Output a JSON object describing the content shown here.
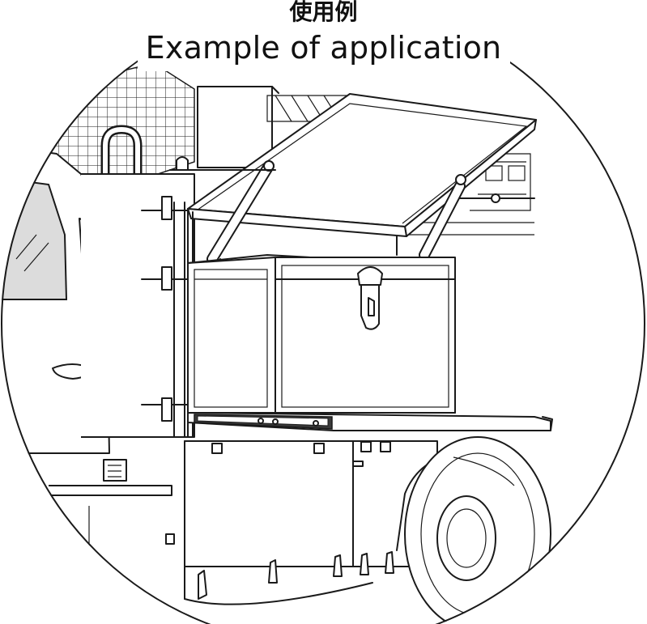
{
  "caption": {
    "title_ja": "使用例",
    "title_en": "Example of application"
  },
  "illustration": {
    "style": "black line art on white, framed by a circle",
    "colors": {
      "line": "#1a1a1a",
      "background": "#ffffff",
      "window_tint": "#dcdcdc"
    }
  }
}
